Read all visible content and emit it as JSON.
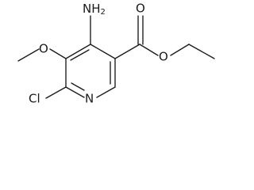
{
  "molecule": {
    "labels": {
      "amine": "NH",
      "amine_subscript": "2",
      "carbonyl_oxygen": "O",
      "ester_oxygen": "O",
      "methoxy_oxygen": "O",
      "ring_nitrogen": "N",
      "chlorine": "Cl"
    }
  }
}
